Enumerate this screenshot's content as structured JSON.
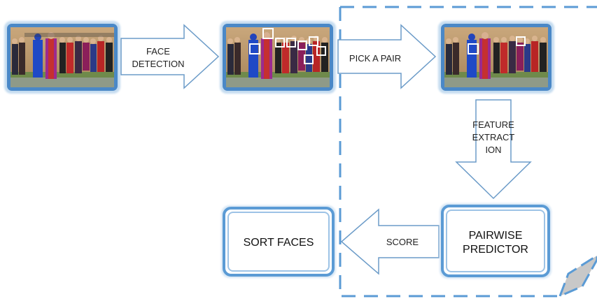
{
  "colors": {
    "accent": "#5b9bd5",
    "accent_dark": "#2e75b6",
    "glow": "#9dc3e6",
    "arrow_stroke": "#6b9bc8",
    "dashed_region": "#5b9bd5",
    "page_curl": "#c8c8c8"
  },
  "photos": [
    {
      "name": "input-photo",
      "face_boxes": 0
    },
    {
      "name": "detected-faces-photo",
      "face_boxes": 8
    },
    {
      "name": "pair-photo",
      "face_boxes": 2
    }
  ],
  "arrows": {
    "face_detection": {
      "line1": "FACE",
      "line2": "DETECTION"
    },
    "pick_a_pair": {
      "label": "PICK A PAIR"
    },
    "feature_extraction": {
      "line1": "FEATURE",
      "line2": "EXTRACT",
      "line3": "ION"
    },
    "score": {
      "label": "SCORE"
    }
  },
  "boxes": {
    "sort_faces": {
      "label": "SORT FACES"
    },
    "pairwise_predictor": {
      "line1": "PAIRWISE",
      "line2": "PREDICTOR"
    }
  }
}
